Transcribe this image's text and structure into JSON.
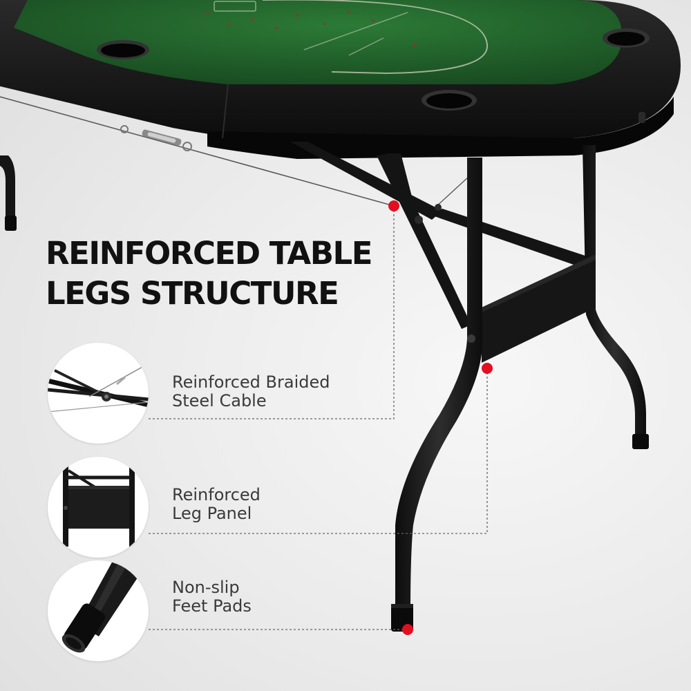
{
  "headline": {
    "line1": "REINFORCED TABLE",
    "line2": "LEGS STRUCTURE"
  },
  "features": [
    {
      "line1": "Reinforced Braided",
      "line2": "Steel Cable",
      "icon": "cable-detail-icon"
    },
    {
      "line1": "Reinforced",
      "line2": "Leg Panel",
      "icon": "leg-panel-detail-icon"
    },
    {
      "line1": "Non-slip",
      "line2": "Feet Pads",
      "icon": "foot-pad-detail-icon"
    }
  ],
  "colors": {
    "felt": "#1f5e2a",
    "frame": "#141414",
    "marker": "#e10f1f",
    "background": "#ececec"
  }
}
